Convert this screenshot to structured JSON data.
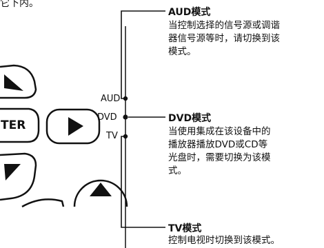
{
  "top_fragment": "它下内。",
  "selector": {
    "positions": [
      "AUD",
      "DVD",
      "TV"
    ]
  },
  "remote": {
    "center_button_label": "TER"
  },
  "modes": [
    {
      "heading": "AUD模式",
      "description_lines": [
        "当控制选择的信号源或调谐",
        "器信号源等时，请切换到该",
        "模式。"
      ]
    },
    {
      "heading": "DVD模式",
      "description_lines": [
        "当使用集成在该设备中的",
        "播放器播放DVD或CD等",
        "光盘时，需要切换为该模",
        "式。"
      ]
    },
    {
      "heading": "TV模式",
      "description_lines": [
        "控制电视时切换到该模式。"
      ]
    }
  ],
  "colors": {
    "ink": "#111111",
    "background": "#ffffff"
  }
}
